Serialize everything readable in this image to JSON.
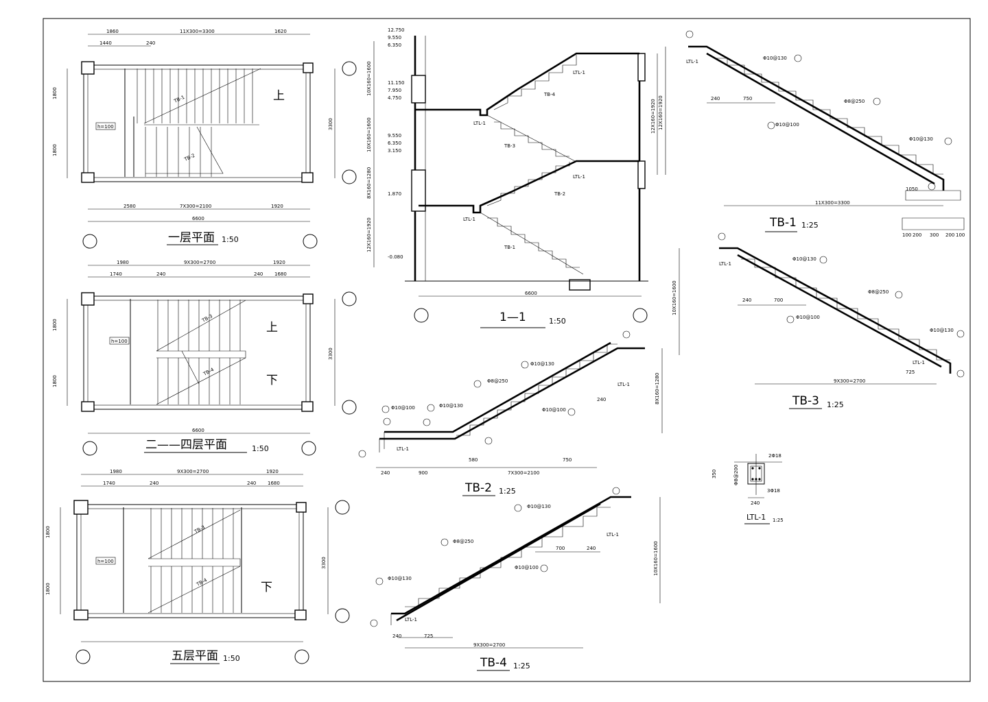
{
  "plans": {
    "floor1": {
      "title": "一层平面",
      "scale": "1:50",
      "dims_top": [
        "1860",
        "11X300=3300",
        "1620"
      ],
      "dims_top2": [
        "1440",
        "240"
      ],
      "dims_bottom": [
        "2580",
        "7X300=2100",
        "1920"
      ],
      "overall": "6600",
      "depth": "3300",
      "side": [
        "1800",
        "1800"
      ],
      "landing_h": "h=100",
      "up": "上",
      "flights": [
        "TB-1",
        "TB-2"
      ]
    },
    "floor2_4": {
      "title": "二——四层平面",
      "scale": "1:50",
      "dims_top": [
        "1980",
        "9X300=2700",
        "1920"
      ],
      "dims_top2": [
        "1740",
        "240",
        "240",
        "1680"
      ],
      "overall": "6600",
      "depth": "3300",
      "side": [
        "1800",
        "1800"
      ],
      "landing_h": "h=100",
      "up": "上",
      "down": "下",
      "flights": [
        "TB-3",
        "TB-4"
      ]
    },
    "floor5": {
      "title": "五层平面",
      "scale": "1:50",
      "dims_top": [
        "1980",
        "9X300=2700",
        "1920"
      ],
      "dims_top2": [
        "1740",
        "240",
        "240",
        "1680"
      ],
      "depth": "3300",
      "side": [
        "1800",
        "1800"
      ],
      "landing_h": "h=100",
      "down": "下",
      "flights": [
        "TB-3",
        "TB-4"
      ]
    }
  },
  "section": {
    "title": "1—1",
    "scale": "1:50",
    "elevations": [
      "12.750",
      "9.550",
      "6.350",
      "11.150",
      "7.950",
      "4.750",
      "9.550",
      "6.350",
      "3.150",
      "1.870",
      "-0.080"
    ],
    "left_dims": [
      "10X160=1600",
      "10X160=1600",
      "8X160=1280",
      "12X160=1920"
    ],
    "right_dims": [
      "12X160=1920"
    ],
    "labels": [
      "LTL-1",
      "TB-4",
      "LTL-1",
      "TB-3",
      "LTL-1",
      "TB-2",
      "LTL-1",
      "TB-1"
    ],
    "width": "6600"
  },
  "tb1": {
    "title": "TB-1",
    "scale": "1:25",
    "rebar": [
      "Φ10@130",
      "Φ8@250",
      "Φ10@100",
      "Φ10@130"
    ],
    "dims": [
      "240",
      "750",
      "1050",
      "11X300=3300"
    ],
    "bottom_dims": [
      "100",
      "200",
      "300",
      "200",
      "100"
    ],
    "height": "12X160=1920",
    "beam": "LTL-1"
  },
  "tb2": {
    "title": "TB-2",
    "scale": "1:25",
    "rebar": [
      "Φ10@100",
      "Φ10@130",
      "Φ8@250",
      "Φ10@130",
      "Φ10@100"
    ],
    "dims": [
      "240",
      "900",
      "7X300=2100",
      "580",
      "750",
      "240"
    ],
    "height": "8X160=1280",
    "beam": "LTL-1"
  },
  "tb3": {
    "title": "TB-3",
    "scale": "1:25",
    "rebar": [
      "Φ10@130",
      "Φ8@250",
      "Φ10@100",
      "Φ10@130"
    ],
    "dims": [
      "240",
      "700",
      "725",
      "9X300=2700"
    ],
    "height": "10X160=1600",
    "beam": "LTL-1"
  },
  "tb4": {
    "title": "TB-4",
    "scale": "1:25",
    "rebar": [
      "Φ10@130",
      "Φ8@250",
      "Φ10@100",
      "Φ10@130"
    ],
    "dims": [
      "700",
      "240",
      "240",
      "725",
      "9X300=2700"
    ],
    "height": "10X160=1600",
    "beam": "LTL-1"
  },
  "ltl": {
    "title": "LTL-1",
    "scale": "1:25",
    "top": "2Φ18",
    "bottom": "3Φ18",
    "height": "350",
    "width": "240",
    "stirrup": "Φ8@200"
  }
}
